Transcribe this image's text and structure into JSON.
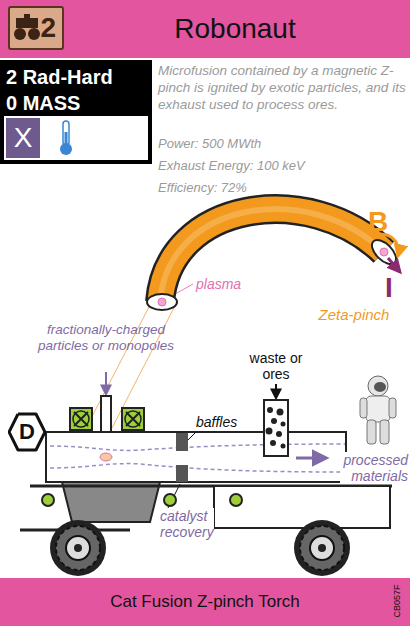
{
  "diagram": {
    "title": "Robonaut",
    "caption": "Cat Fusion Z-pinch Torch",
    "nodes": [
      {
        "text": [
          "Robonaut"
        ]
      },
      {
        "text": [
          "2"
        ],
        "in": 0
      },
      {
        "text": [
          "0 MASS",
          "2 Rad-Hard"
        ]
      },
      {
        "text": [
          "X"
        ],
        "in": 2
      },
      {
        "text": [
          "D"
        ]
      },
      {
        "text": [
          "Cat Fusion Z-pinch Torch"
        ]
      }
    ],
    "labels": [
      "Microfusion contained by a magnetic Z-pinch is ignited by exotic particles, and its exhaust used to process ores.",
      "Power: 500 MWth",
      "Exhaust Energy: 100 keV",
      "Efficiency: 72%",
      "plasma",
      "B",
      "I",
      "Zeta-pinch",
      "fractionally-charged particles or monopoles",
      "waste or ores",
      "baffles",
      "processed materials",
      "catalyst recovery",
      "CB057F"
    ]
  }
}
